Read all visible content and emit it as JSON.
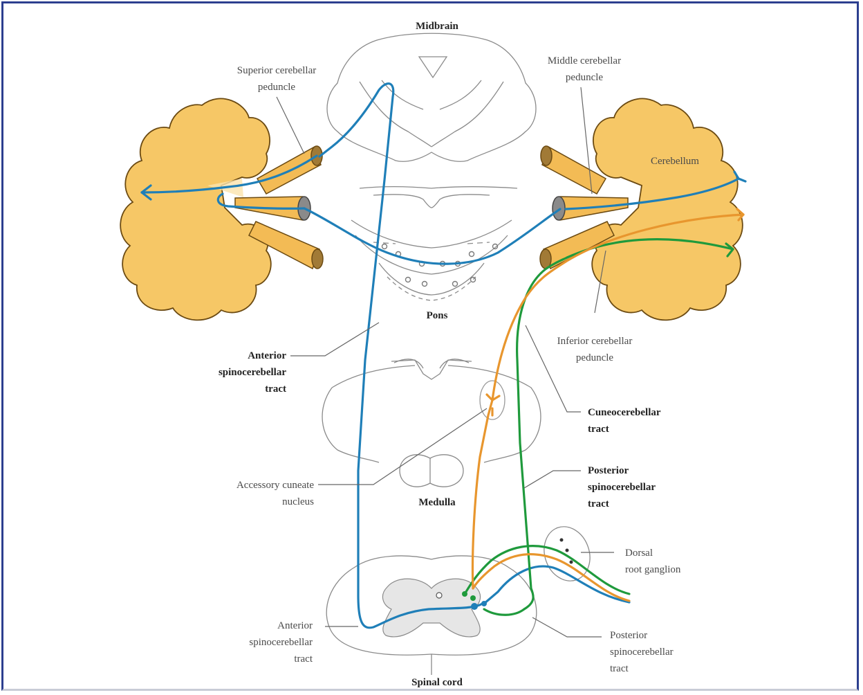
{
  "regions": {
    "midbrain": "Midbrain",
    "pons": "Pons",
    "medulla": "Medulla",
    "spinal_cord": "Spinal cord",
    "cerebellum": "Cerebellum"
  },
  "labels": {
    "superior_peduncle": [
      "Superior cerebellar",
      "peduncle"
    ],
    "middle_peduncle": [
      "Middle cerebellar",
      "peduncle"
    ],
    "inferior_peduncle": [
      "Inferior cerebellar",
      "peduncle"
    ],
    "anterior_tract_top": [
      "Anterior",
      "spinocerebellar",
      "tract"
    ],
    "cuneocerebellar": [
      "Cuneocerebellar",
      "tract"
    ],
    "posterior_tract_right": [
      "Posterior",
      "spinocerebellar",
      "tract"
    ],
    "accessory_cuneate": [
      "Accessory cuneate",
      "nucleus"
    ],
    "dorsal_root": [
      "Dorsal",
      "root ganglion"
    ],
    "anterior_tract_bottom": [
      "Anterior",
      "spinocerebellar",
      "tract"
    ],
    "posterior_tract_bottom": [
      "Posterior",
      "spinocerebellar",
      "tract"
    ]
  },
  "colors": {
    "cerebellum": "#f6c766",
    "cerebellum_stroke": "#6b4a12",
    "anterior_tract": "#1f7fb8",
    "posterior_tract": "#1f9a3c",
    "cuneo_tract": "#e8962e",
    "outline": "#8a8a8a",
    "frame": "#2c3f8f"
  }
}
